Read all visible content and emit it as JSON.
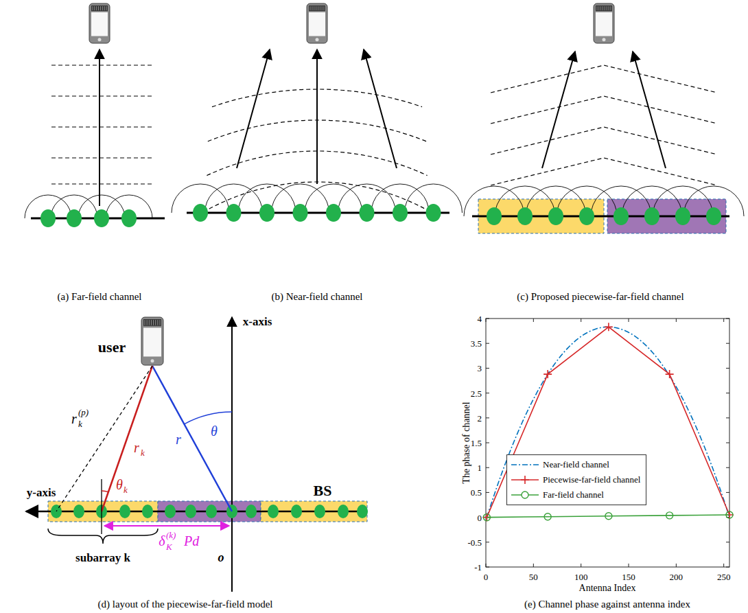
{
  "diagram": {
    "labels": [
      "(a) Far-field channel",
      "(b) Near-field channel",
      "(c) Proposed piecewise-far-field channel",
      "user",
      "x-axis",
      "y-axis",
      "BS",
      "r",
      "θ",
      "r",
      "k",
      "θ",
      "k",
      "r",
      "k",
      "(p)",
      "subarray k",
      "δ",
      "K",
      "(k)",
      "Pd",
      "o",
      "(d) layout of the piecewise-far-field model",
      "4",
      "3.5",
      "3",
      "2.5",
      "2",
      "1.5",
      "1",
      "0.5",
      "0",
      "-0.5",
      "-1",
      "0",
      "50",
      "100",
      "150",
      "200",
      "250",
      "The phase of channel",
      "Antenna Index",
      "(e) Channel phase against antenna index"
    ],
    "legend": [
      {
        "text": "Near-field channel"
      },
      {
        "text": "Piecewise-far-field channel"
      },
      {
        "text": "Far-field channel"
      }
    ]
  }
}
